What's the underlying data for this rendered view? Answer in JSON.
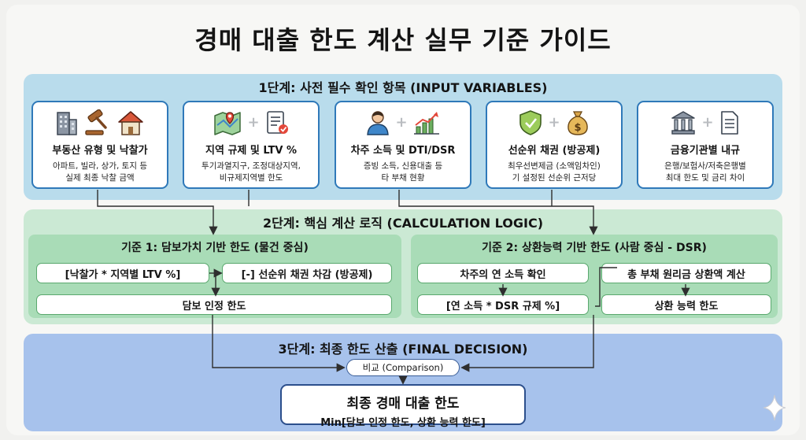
{
  "title": "경매 대출 한도 계산 실무 기준 가이드",
  "stage1": {
    "title": "1단계: 사전 필수 확인 항목 (INPUT VARIABLES)",
    "cards": [
      {
        "title": "부동산 유형 및 낙찰가",
        "desc1": "아파트, 빌라, 상가, 토지 등",
        "desc2": "실제 최종 낙찰 금액",
        "icons": [
          "building-icon",
          "gavel-icon",
          "house-icon"
        ]
      },
      {
        "title": "지역 규제 및 LTV %",
        "desc1": "투기과열지구, 조정대상지역,",
        "desc2": "비규제지역별 한도",
        "icons": [
          "map-pin-icon",
          "checklist-icon"
        ]
      },
      {
        "title": "차주 소득 및 DTI/DSR",
        "desc1": "증빙 소득, 신용대출 등",
        "desc2": "타 부채 현황",
        "icons": [
          "person-icon",
          "growth-chart-icon"
        ]
      },
      {
        "title": "선순위 채권 (방공제)",
        "desc1": "최우선변제금 (소액임차인)",
        "desc2": "기 설정된 선순위 근저당",
        "icons": [
          "shield-check-icon",
          "money-bag-icon"
        ]
      },
      {
        "title": "금융기관별 내규",
        "desc1": "은행/보험사/저축은행별",
        "desc2": "최대 한도 및 금리 차이",
        "icons": [
          "bank-icon",
          "document-icon"
        ]
      }
    ]
  },
  "stage2": {
    "title": "2단계: 핵심 계산 로직 (CALCULATION LOGIC)",
    "left": {
      "title": "기준 1: 담보가치 기반 한도 (물건 중심)",
      "box_a": "[낙찰가 * 지역별 LTV %]",
      "box_b": "[-] 선순위 채권 차감 (방공제)",
      "result": "담보 인정 한도"
    },
    "right": {
      "title": "기준 2: 상환능력 기반 한도 (사람 중심 - DSR)",
      "box_a": "차주의 연 소득 확인",
      "box_b": "총 부채 원리금 상환액 계산",
      "box_c": "[연 소득 * DSR 규제 %]",
      "result": "상환 능력 한도"
    }
  },
  "stage3": {
    "title": "3단계: 최종 한도 산출 (FINAL DECISION)",
    "compare": "비교 (Comparison)",
    "final_title": "최종 경매 대출 한도",
    "final_formula": "Min[담보 인정 한도, 상환 능력 한도]"
  },
  "colors": {
    "stage1_bg": "#b9dcec",
    "stage2_bg": "#cbe9d4",
    "stage3_bg": "#a7c2ec",
    "card_border": "#2f79b9",
    "panel_bg": "#a9dcb7"
  }
}
